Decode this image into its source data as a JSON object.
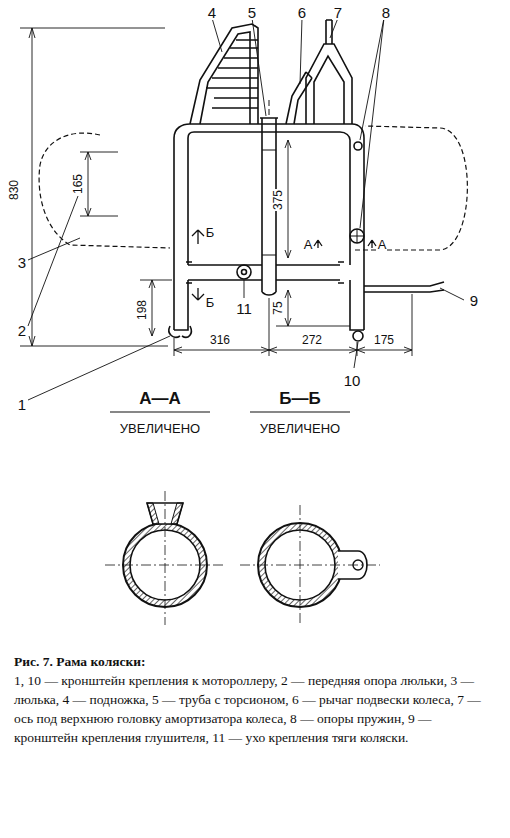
{
  "diagram": {
    "title": "Рис. 7. Рама коляски:",
    "caption": "1, 10 — кронштейн крепления к мотороллеру, 2 — передняя опора люльки, 3 — люлька, 4 — подножка, 5 — труба с торсионом, 6 — рычаг подвески колеса, 7 — ось под верхнюю головку амортизатора колеса, 8 — опоры пружин, 9 — кронштейн крепления глушителя, 11 — ухо крепления тяги коляски.",
    "labels": [
      "4",
      "5",
      "6",
      "7",
      "8",
      "830",
      "165",
      "375",
      "Б",
      "А",
      "А",
      "3",
      "2",
      "9",
      "198",
      "Б",
      "11",
      "75",
      "10",
      "1",
      "316",
      "272",
      "175",
      "А—А",
      "УВЕЛИЧЕНО",
      "Б—Б",
      "УВЕЛИЧЕНО"
    ]
  }
}
